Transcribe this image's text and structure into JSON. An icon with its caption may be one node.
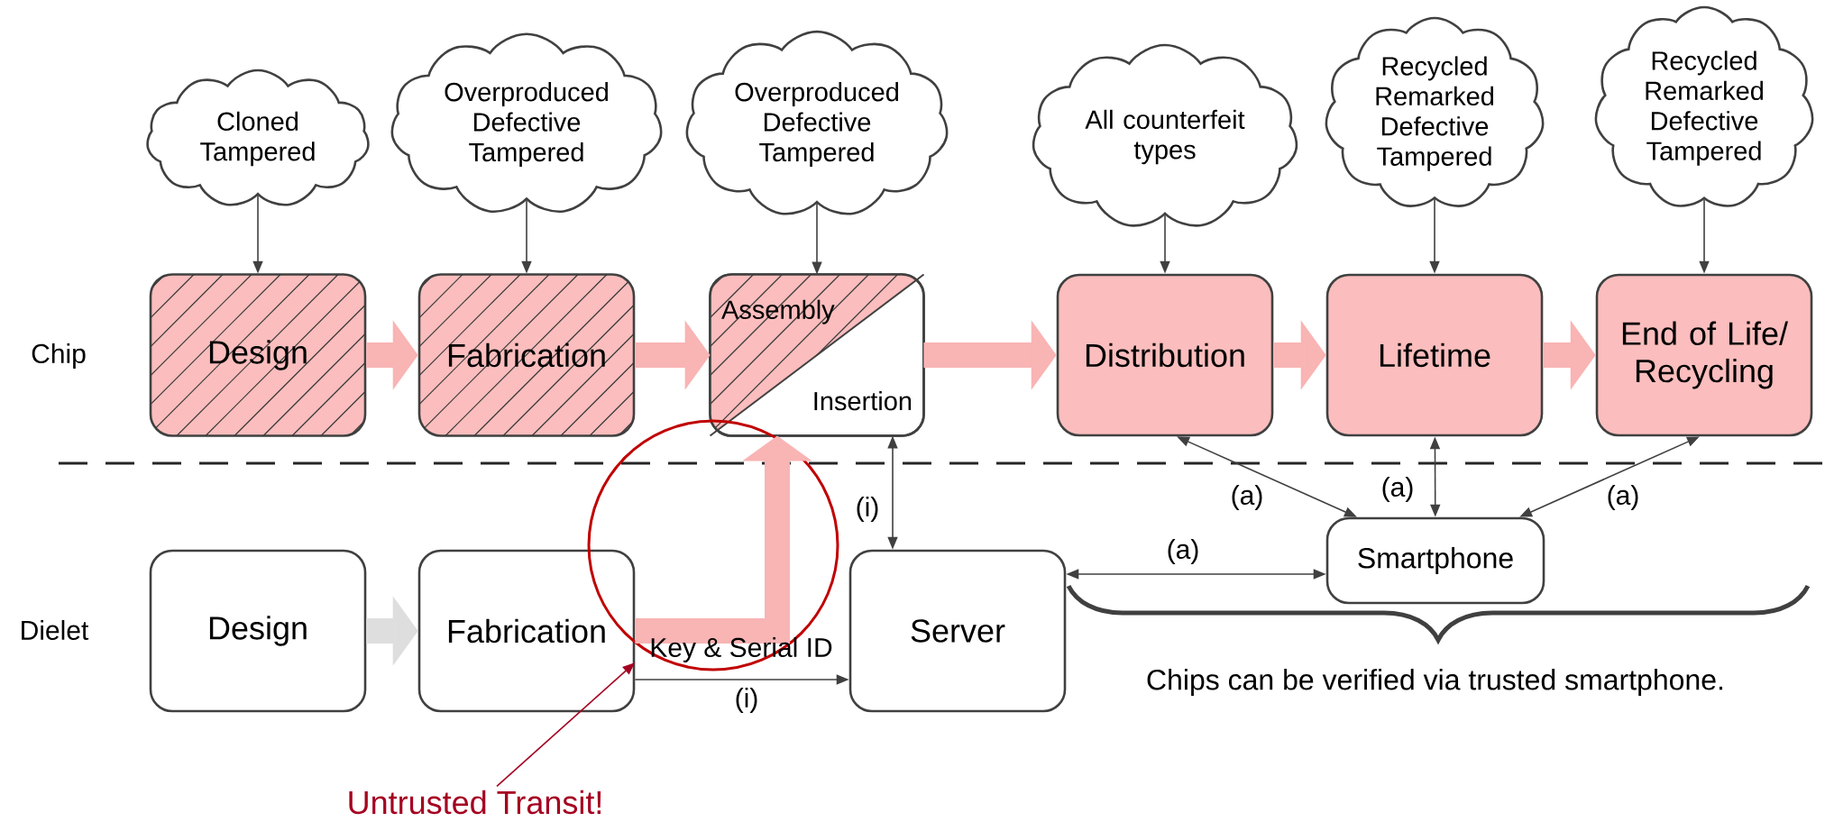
{
  "diagram": {
    "nodes": [
      {
        "text": [
          "Cloned Tampered"
        ]
      },
      {
        "text": [
          "Overproduced Defective Tampered"
        ]
      },
      {
        "text": [
          "Overproduced Defective Tampered"
        ]
      },
      {
        "text": [
          "All counterfeit types"
        ]
      },
      {
        "text": [
          "Recycled Remarked Defective Tampered"
        ]
      },
      {
        "text": [
          "Recycled Remarked Defective Tampered"
        ]
      },
      {
        "text": [
          "Design"
        ]
      },
      {
        "text": [
          "Fabrication"
        ]
      },
      {
        "text": [
          "Assembly",
          "Insertion"
        ]
      },
      {
        "text": [
          "Distribution"
        ]
      },
      {
        "text": [
          "Lifetime"
        ]
      },
      {
        "text": [
          "End of Life/ Recycling"
        ]
      },
      {
        "text": [
          "Design"
        ]
      },
      {
        "text": [
          "Fabrication"
        ]
      },
      {
        "text": [
          "Server"
        ]
      },
      {
        "text": [
          "Smartphone"
        ]
      },
      {
        "text": [
          "Untrusted Transit!"
        ]
      }
    ],
    "edges": [
      {
        "from": 0,
        "to": 6,
        "arrow": "to"
      },
      {
        "from": 1,
        "to": 7,
        "arrow": "to"
      },
      {
        "from": 2,
        "to": 8,
        "arrow": "to"
      },
      {
        "from": 3,
        "to": 9,
        "arrow": "to"
      },
      {
        "from": 4,
        "to": 10,
        "arrow": "to"
      },
      {
        "from": 5,
        "to": 11,
        "arrow": "to"
      },
      {
        "from": 6,
        "to": 7,
        "arrow": "to",
        "style": "thick",
        "color": "#f9b4b4"
      },
      {
        "from": 7,
        "to": 8,
        "arrow": "to",
        "style": "thick",
        "color": "#f9b4b4"
      },
      {
        "from": 8,
        "to": 9,
        "arrow": "to",
        "style": "thick",
        "color": "#f9b4b4"
      },
      {
        "from": 9,
        "to": 10,
        "arrow": "to",
        "style": "thick",
        "color": "#f9b4b4"
      },
      {
        "from": 10,
        "to": 11,
        "arrow": "to",
        "style": "thick",
        "color": "#f9b4b4"
      },
      {
        "from": 12,
        "to": 13,
        "arrow": "to",
        "style": "thick",
        "color": "#dedede"
      },
      {
        "from": 13,
        "to": 8,
        "arrow": "to",
        "style": "thick",
        "color": "#f9b4b4"
      },
      {
        "from": 13,
        "to": 14,
        "label": "(i)",
        "arrow": "to"
      },
      {
        "from": 14,
        "to": 8,
        "label": "(i)",
        "arrow": "both"
      },
      {
        "from": 15,
        "to": 9,
        "label": "(a)",
        "arrow": "both"
      },
      {
        "from": 15,
        "to": 10,
        "label": "(a)",
        "arrow": "both"
      },
      {
        "from": 15,
        "to": 11,
        "label": "(a)",
        "arrow": "both"
      },
      {
        "from": 14,
        "to": 15,
        "label": "(a)",
        "arrow": "both"
      },
      {
        "from": 16,
        "to": 13,
        "arrow": "to",
        "color": "#a50021"
      }
    ],
    "labels": [
      "Chip",
      "Dielet",
      "Key & Serial ID",
      "Chips can be verified via trusted smartphone."
    ]
  }
}
